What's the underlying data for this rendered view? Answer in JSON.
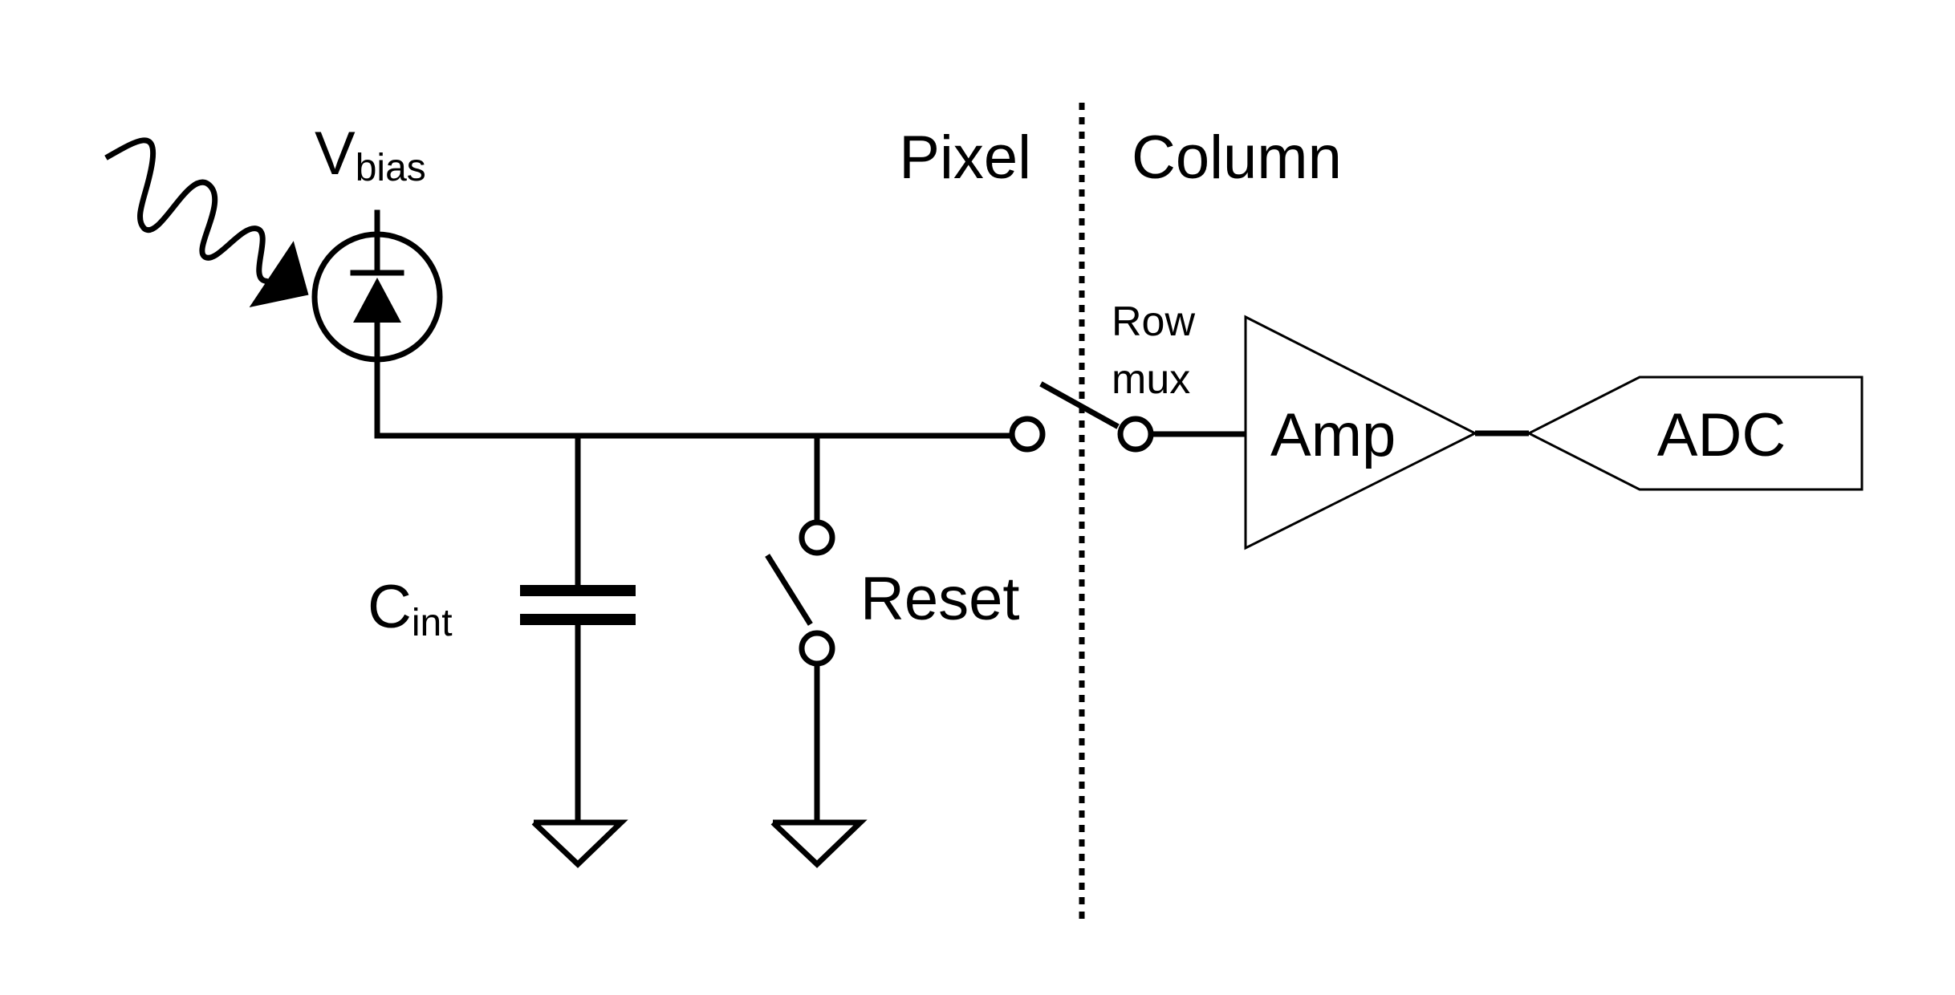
{
  "diagram": {
    "regions": {
      "pixel_label": "Pixel",
      "column_label": "Column"
    },
    "components": {
      "bias": {
        "main": "V",
        "sub": "bias"
      },
      "capacitor": {
        "main": "C",
        "sub": "int"
      },
      "reset_switch": "Reset",
      "row_mux": {
        "line1": "Row",
        "line2": "mux"
      },
      "amplifier": "Amp",
      "adc": "ADC"
    }
  }
}
